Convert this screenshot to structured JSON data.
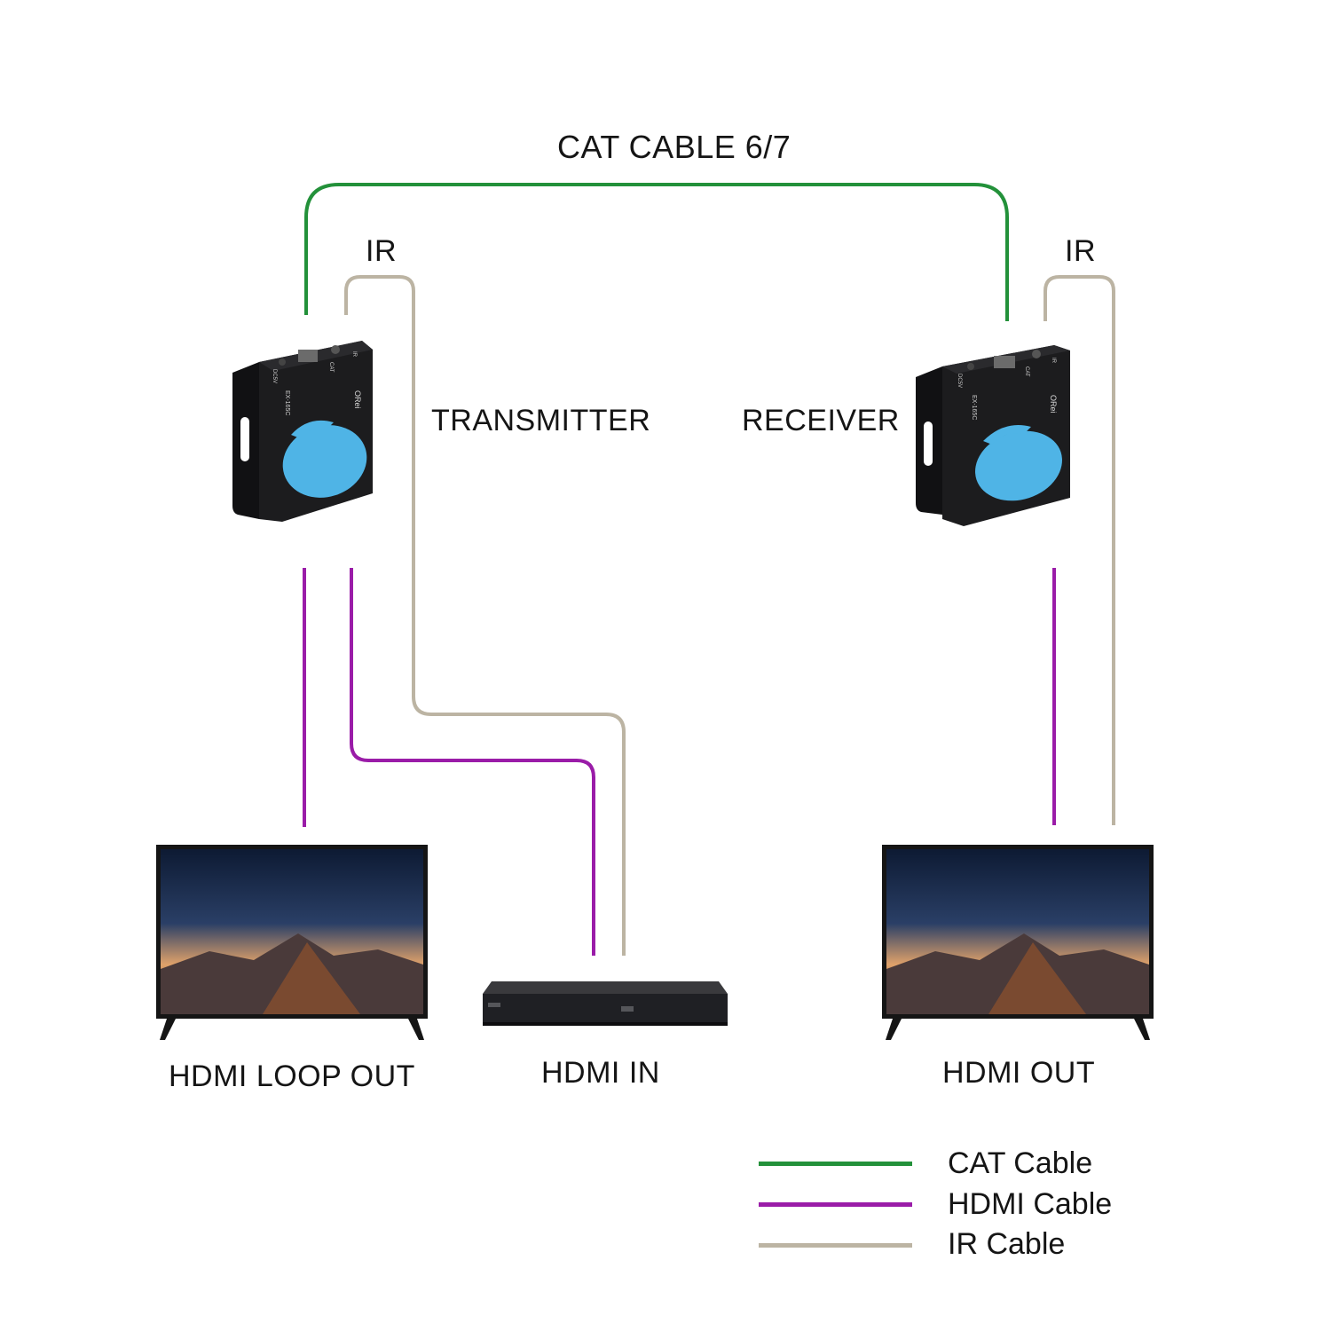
{
  "colors": {
    "cat": "#23913a",
    "hdmi": "#9a1ca8",
    "ir": "#bcb4a3",
    "device_body": "#1c1c1e",
    "device_accent": "#4fb4e6"
  },
  "labels": {
    "cat_cable_top": "CAT CABLE 6/7",
    "ir_left": "IR",
    "ir_right": "IR",
    "transmitter": "TRANSMITTER",
    "receiver": "RECEIVER",
    "hdmi_loop_out": "HDMI LOOP OUT",
    "hdmi_in": "HDMI IN",
    "hdmi_out": "HDMI OUT"
  },
  "legend": [
    {
      "label": "CAT Cable",
      "color": "#23913a"
    },
    {
      "label": "HDMI Cable",
      "color": "#9a1ca8"
    },
    {
      "label": "IR Cable",
      "color": "#bcb4a3"
    }
  ],
  "devices": {
    "transmitter_brand": "ORei",
    "receiver_brand": "ORei",
    "model": "EX-165C",
    "port_dc": "DC5V",
    "port_cat": "CAT",
    "port_ir": "IR"
  },
  "icons": [
    "tv-icon",
    "dvd-player-icon",
    "extender-box-icon"
  ]
}
